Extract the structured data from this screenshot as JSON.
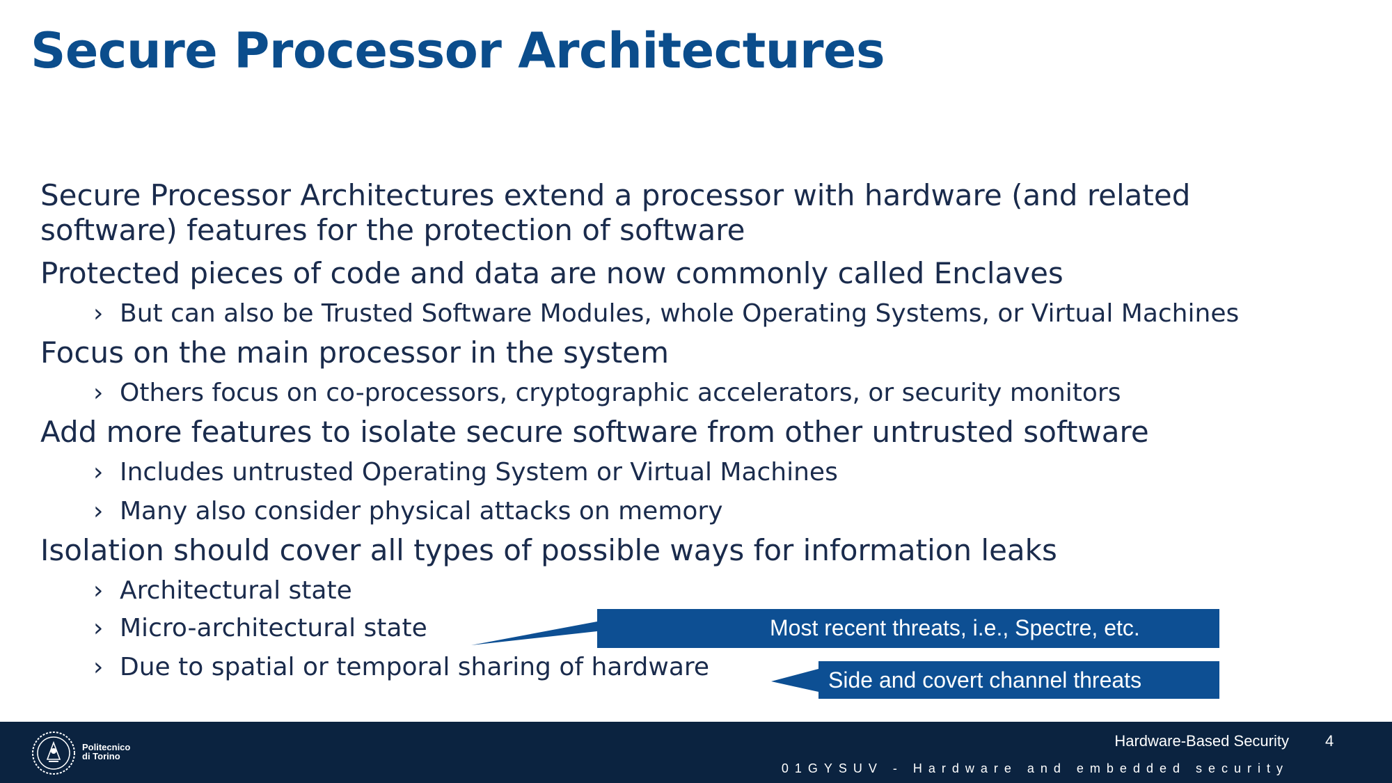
{
  "slide": {
    "title": "Secure Processor Architectures",
    "bullets": [
      {
        "text": "Secure Processor Architectures extend a processor with hardware (and related software) features  for the protection of software",
        "sub": []
      },
      {
        "text": "Protected pieces of code and data are now commonly called Enclaves",
        "sub": [
          "But can also be Trusted Software Modules, whole Operating Systems, or Virtual Machines"
        ]
      },
      {
        "text": "Focus on the main processor in the system",
        "sub": [
          "Others focus on co-processors, cryptographic accelerators, or security monitors"
        ]
      },
      {
        "text": "Add more features to isolate secure software from other untrusted software",
        "sub": [
          "Includes untrusted Operating System or Virtual Machines",
          "Many also consider physical attacks on memory"
        ]
      },
      {
        "text": "Isolation should cover all types of possible ways for information leaks",
        "sub": [
          "Architectural state",
          "Micro-architectural state",
          "Due to spatial or temporal  sharing of hardware"
        ]
      }
    ],
    "sub_bullet_glyph": "›"
  },
  "callouts": {
    "microarch": "Most recent threats, i.e., Spectre, etc.",
    "sidechannel": "Side and covert channel threats",
    "color": "#0d4f93"
  },
  "footer": {
    "institution_line1": "Politecnico",
    "institution_line2": "di Torino",
    "course_title": "Hardware-Based Security",
    "page_number": "4",
    "course_code": "01GYSUV - Hardware and embedded security",
    "background": "#0b2340"
  },
  "colors": {
    "title": "#0b4d8c",
    "body_text": "#1a2b4c"
  }
}
